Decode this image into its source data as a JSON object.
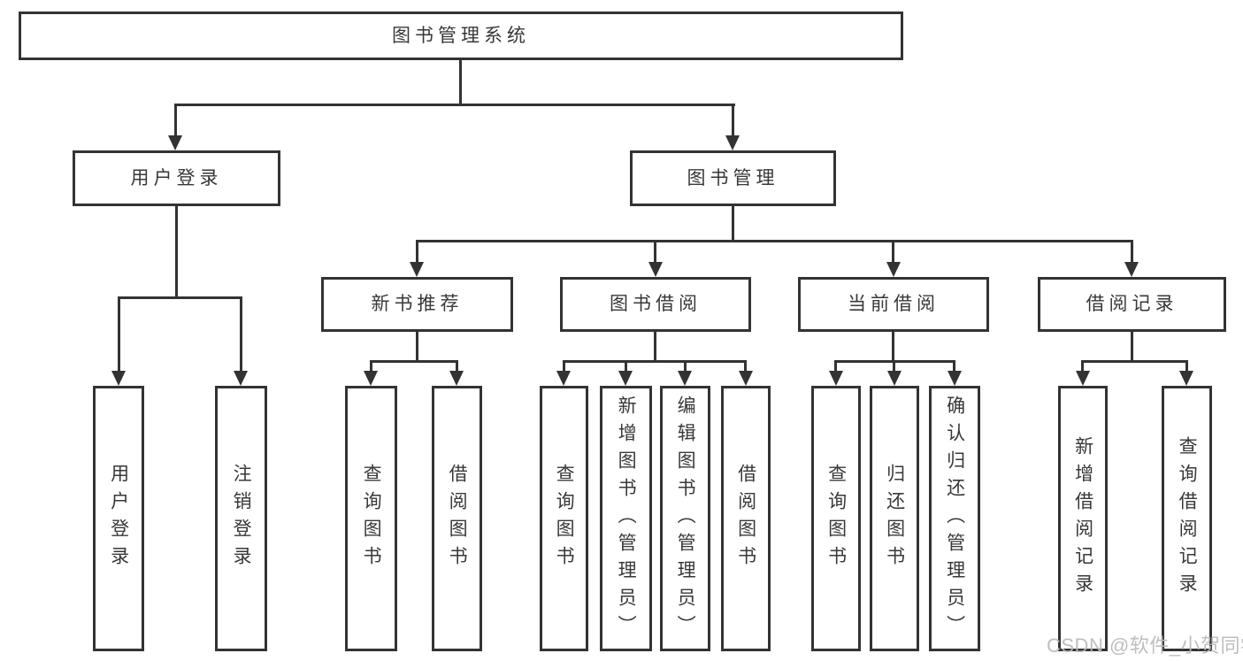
{
  "diagram": {
    "root": {
      "label": "图书管理系统"
    },
    "branches": [
      {
        "label": "用户登录",
        "children": [
          {
            "label": "用户登录"
          },
          {
            "label": "注销登录"
          }
        ]
      },
      {
        "label": "图书管理",
        "children": [
          {
            "label": "新书推荐",
            "children": [
              {
                "label": "查询图书"
              },
              {
                "label": "借阅图书"
              }
            ]
          },
          {
            "label": "图书借阅",
            "children": [
              {
                "label": "查询图书"
              },
              {
                "label": "新增图书（管理员）"
              },
              {
                "label": "编辑图书（管理员）"
              },
              {
                "label": "借阅图书"
              }
            ]
          },
          {
            "label": "当前借阅",
            "children": [
              {
                "label": "查询图书"
              },
              {
                "label": "归还图书"
              },
              {
                "label": "确认归还（管理员）"
              }
            ]
          },
          {
            "label": "借阅记录",
            "children": [
              {
                "label": "新增借阅记录"
              },
              {
                "label": "查询借阅记录"
              }
            ]
          }
        ]
      }
    ]
  },
  "watermark": {
    "text": "CSDN @软件_小贺同学"
  },
  "colors": {
    "line": "#333333",
    "text": "#383838",
    "watermark": "#b9b9b9",
    "background": "#ffffff"
  }
}
